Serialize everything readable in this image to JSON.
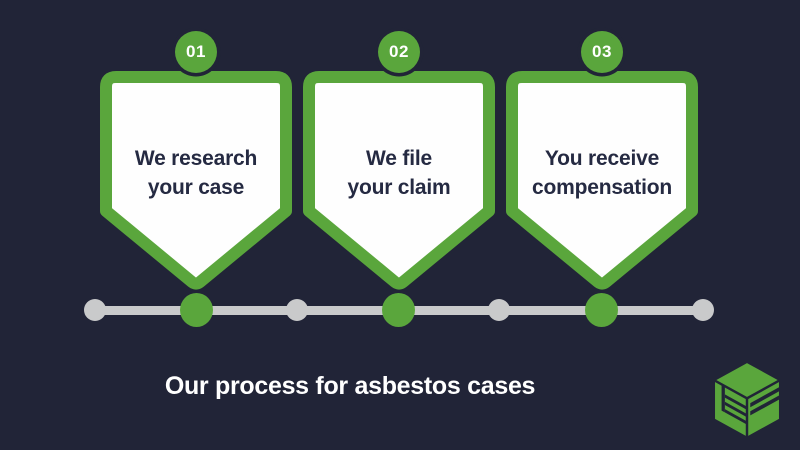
{
  "title": "Our process for asbestos cases",
  "steps": [
    {
      "number": "01",
      "line1": "We research",
      "line2": "your case"
    },
    {
      "number": "02",
      "line1": "We file",
      "line2": "your claim"
    },
    {
      "number": "03",
      "line1": "You receive",
      "line2": "compensation"
    }
  ],
  "logo": {
    "name": "green-cube-me-logo"
  },
  "colors": {
    "background": "#212437",
    "accent_green": "#5aa63c",
    "timeline_gray": "#c9cacb",
    "card_white": "#fefefe",
    "text_dark": "#252a42",
    "title_white": "#ffffff"
  }
}
